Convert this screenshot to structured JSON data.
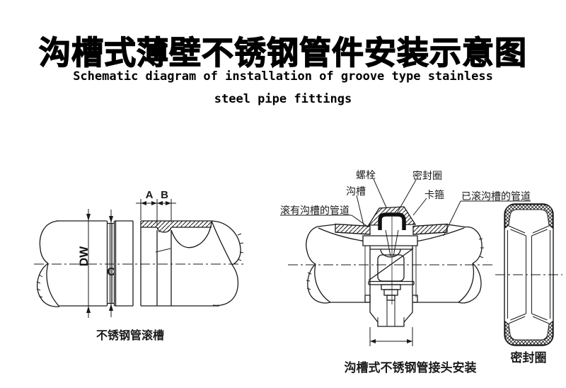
{
  "header": {
    "title": "沟槽式薄壁不锈钢管件安装示意图",
    "subtitle_line1": "Schematic diagram of installation of groove type stainless",
    "subtitle_line2": "steel pipe fittings"
  },
  "diagram_left": {
    "caption": "不锈钢管滚槽",
    "dims": {
      "a": "A",
      "b": "B",
      "dw": "DW",
      "c": "C"
    }
  },
  "diagram_middle": {
    "caption": "沟槽式不锈钢管接头安装",
    "labels": {
      "bolt": "螺栓",
      "seal_ring": "密封圈",
      "groove": "沟槽",
      "clamp": "卡箍",
      "pipe_right": "已滚沟槽的管道",
      "pipe_left": "滚有沟槽的管道"
    }
  },
  "diagram_right": {
    "caption": "密封圈"
  },
  "colors": {
    "ink": "#1a1a1a",
    "background": "#ffffff"
  }
}
